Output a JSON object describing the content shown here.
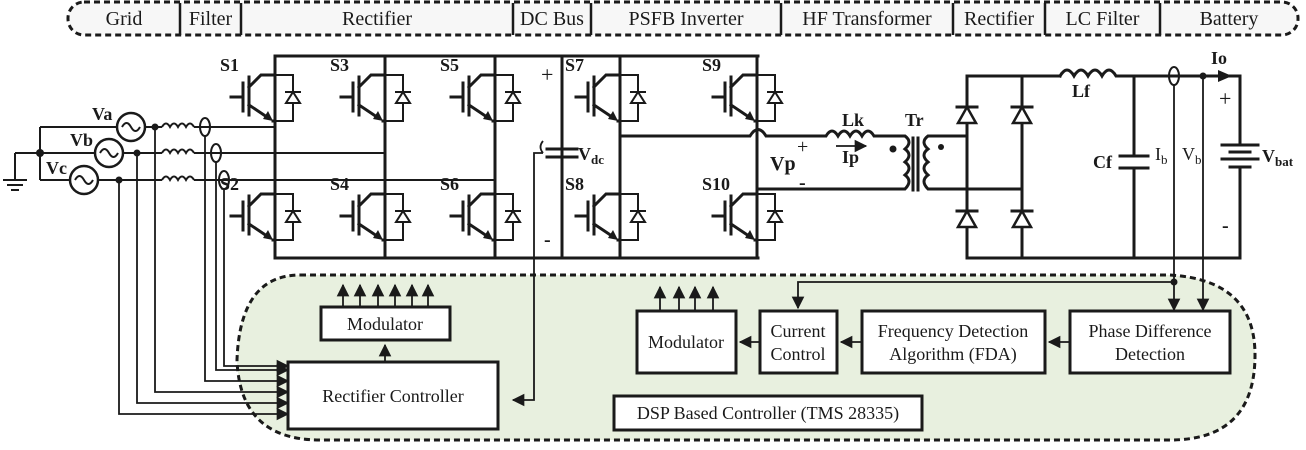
{
  "stages": [
    "Grid",
    "Filter",
    "Rectifier",
    "DC Bus",
    "PSFB Inverter",
    "HF Transformer",
    "Rectifier",
    "LC Filter",
    "Battery"
  ],
  "sources": [
    {
      "label": "Va"
    },
    {
      "label": "Vb"
    },
    {
      "label": "Vc"
    }
  ],
  "switches": {
    "rectifier_top": [
      "S1",
      "S3",
      "S5"
    ],
    "rectifier_bottom": [
      "S2",
      "S4",
      "S6"
    ],
    "inverter_top": [
      "S7",
      "S9"
    ],
    "inverter_bottom": [
      "S8",
      "S10"
    ]
  },
  "dc_bus": {
    "label_main": "V",
    "label_sub": "dc",
    "plus": "+",
    "minus": "-"
  },
  "inverter_output": {
    "label": "Vp",
    "plus": "+",
    "minus": "-"
  },
  "leakage_inductor": {
    "label": "Lk",
    "current": "Ip"
  },
  "transformer": {
    "label": "Tr"
  },
  "lc_filter": {
    "inductor": "Lf",
    "capacitor": "Cf"
  },
  "sensors": {
    "current": {
      "main": "I",
      "sub": "b"
    },
    "voltage": {
      "main": "V",
      "sub": "b"
    }
  },
  "battery": {
    "label_main": "V",
    "label_sub": "bat",
    "current": "Io",
    "plus": "+",
    "minus": "-"
  },
  "controller": {
    "title": "DSP Based Controller (TMS 28335)",
    "rectifier_modulator": "Modulator",
    "rectifier_controller": "Rectifier Controller",
    "inverter_modulator": "Modulator",
    "current_control": [
      "Current",
      "Control"
    ],
    "fda": [
      "Frequency Detection",
      "Algorithm (FDA)"
    ],
    "phase_detection": [
      "Phase Difference",
      "Detection"
    ]
  },
  "colors": {
    "controller_fill": "#e8f0df",
    "banner_fill": "#f7f7f7",
    "ink": "#1a1a1a"
  }
}
